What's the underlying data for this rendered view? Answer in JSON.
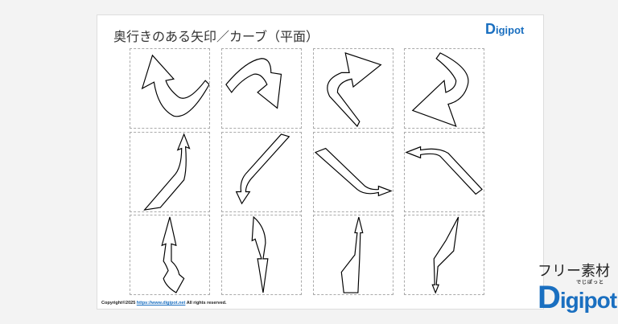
{
  "page": {
    "title": "奥行きのある矢印／カーブ（平面）",
    "copyright_prefix": "Copyright©2025 ",
    "copyright_link": "https://www.digipot.net",
    "copyright_suffix": " All rights reserved."
  },
  "logo_small": {
    "initial": "D",
    "rest": "igipot"
  },
  "badge": {
    "label": "フリー素材",
    "logo_initial": "D",
    "logo_rest": "igipot",
    "logo_kana": "でじぽっと"
  },
  "colors": {
    "brand": "#1a6fc0"
  }
}
